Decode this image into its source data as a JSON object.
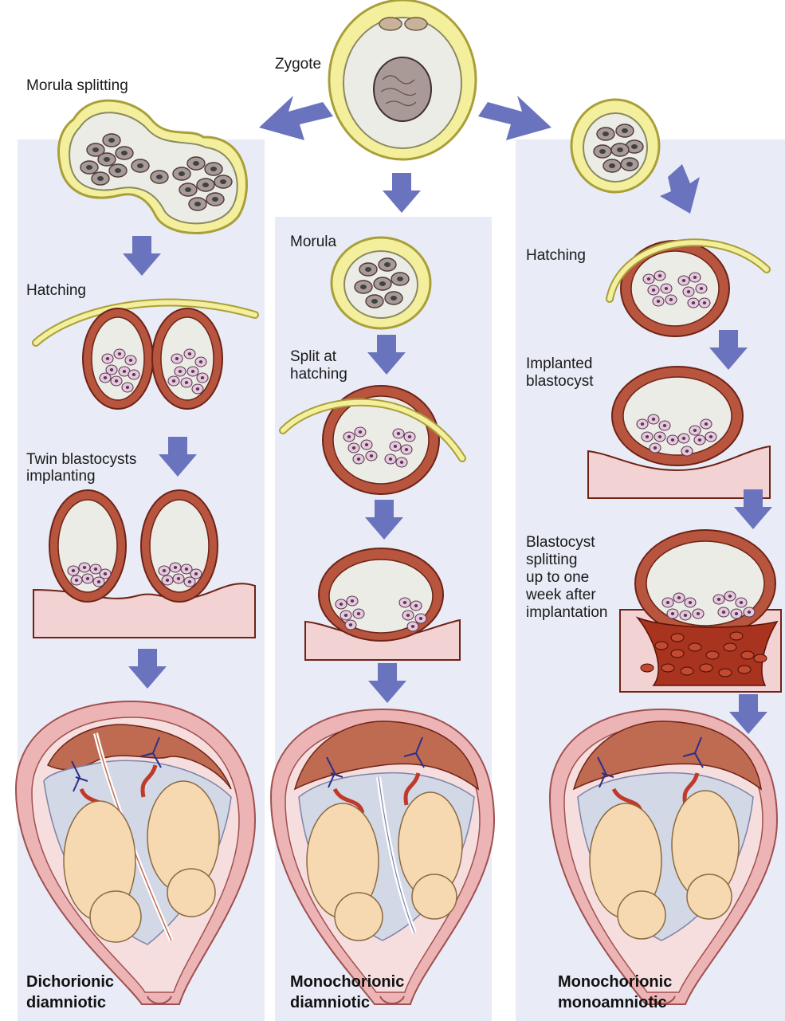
{
  "labels": {
    "zygote": "Zygote",
    "morula_splitting": "Morula splitting",
    "hatching_left": "Hatching",
    "twin_blastocysts_1": "Twin blastocysts",
    "twin_blastocysts_2": "implanting",
    "morula": "Morula",
    "split_at_1": "Split at",
    "split_at_2": "hatching",
    "hatching_right": "Hatching",
    "implanted_1": "Implanted",
    "implanted_2": "blastocyst",
    "bs_1": "Blastocyst",
    "bs_2": "splitting",
    "bs_3": "up to one",
    "bs_4": "week after",
    "bs_5": "implantation"
  },
  "outcomes": {
    "left": [
      "Dichorionic",
      "diamniotic"
    ],
    "middle": [
      "Monochorionic",
      "diamniotic"
    ],
    "right": [
      "Monochorionic",
      "monoamniotic"
    ]
  },
  "colors": {
    "panel": "#e9ecf7",
    "arrow": "#6a73bd",
    "zona": "#f4ef9c",
    "zona_stroke": "#a99f3a",
    "trophoblast": "#b7553f",
    "trophoblast_dark": "#6e2316",
    "cavity": "#ecece6",
    "icm": "#e7c9df",
    "icm_stroke": "#7a5a72",
    "morula_cell": "#a99a97",
    "endometrium": "#f2d2d2",
    "uterus": "#ecb4b4",
    "placenta": "#bf6b52",
    "fetus": "#f6d9b1",
    "amnion": "#d3d8e6",
    "vessel": "#2a2f8a",
    "cord": "#c0392b"
  }
}
